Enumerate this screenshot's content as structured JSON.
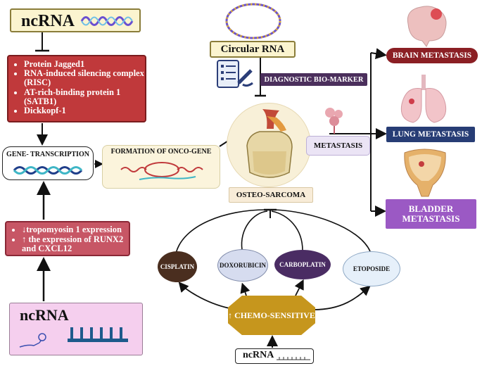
{
  "ncrna_top": {
    "label": "ncRNA"
  },
  "targets_box": {
    "items": [
      "Protein Jagged1",
      "RNA-induced silencing complex (RISC)",
      "AT-rich-binding protein 1 (SATB1)",
      "Dickkopf-1"
    ]
  },
  "gene_transcription": {
    "label": "GENE- TRANSCRIPTION"
  },
  "expression_box": {
    "items": [
      "↓tropomyosin 1 expression",
      "↑ the expression of RUNX2 and CXCL12"
    ]
  },
  "ncrna_bottom": {
    "label": "ncRNA"
  },
  "onco_gene": {
    "label": "FORMATION OF ONCO-GENE"
  },
  "circular_rna": {
    "label": "Circular RNA"
  },
  "biomarker": {
    "label": "DIAGNOSTIC BIO-MARKER"
  },
  "osteosarcoma": {
    "label": "OSTEO-SARCOMA"
  },
  "metastasis": {
    "label": "METASTASIS"
  },
  "brain": {
    "label": "BRAIN METASTASIS"
  },
  "lung": {
    "label": "LUNG METASTASIS"
  },
  "bladder": {
    "line1": "BLADDER",
    "line2": "METASTASIS"
  },
  "drugs": {
    "cisplatin": "CISPLATIN",
    "doxorubicin": "DOXORUBICIN",
    "carboplatin": "CARBOPLATIN",
    "etoposide": "ETOPOSIDE"
  },
  "chemo": {
    "label": "↑ CHEMO-SENSITIVE"
  },
  "ncrna_chemo": {
    "label": "ncRNA"
  },
  "colors": {
    "red_box": "#c0393b",
    "pink_box": "#c75665",
    "brain": "#8b1f24",
    "lung": "#273d75",
    "bladder": "#9b59c4",
    "chemo": "#c6961d",
    "biomarker": "#4b2f5c"
  }
}
